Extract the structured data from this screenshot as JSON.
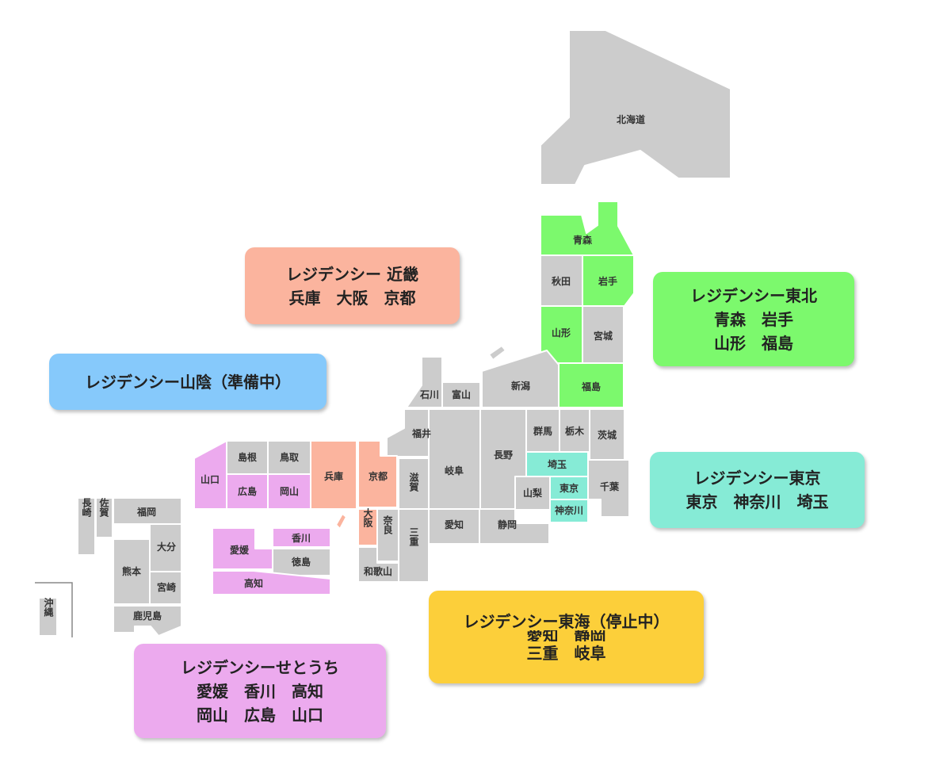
{
  "colors": {
    "base": "#cccccc",
    "tohoku": "#7cf96d",
    "tokyo": "#86ebd6",
    "kinki": "#fbb49e",
    "setouchi": "#ecaaee",
    "sanin": "#86c9fb",
    "tokai": "#fccf3a"
  },
  "prefectures": {
    "hokkaido": "北海道",
    "aomori": "青森",
    "akita": "秋田",
    "iwate": "岩手",
    "yamagata": "山形",
    "miyagi": "宮城",
    "fukushima": "福島",
    "niigata": "新潟",
    "ishikawa": "石川",
    "toyama": "富山",
    "fukui": "福井",
    "gunma": "群馬",
    "tochigi": "栃木",
    "ibaraki": "茨城",
    "nagano": "長野",
    "gifu": "岐阜",
    "saitama": "埼玉",
    "tokyo": "東京",
    "chiba": "千葉",
    "yamanashi": "山梨",
    "kanagawa": "神奈川",
    "shiga": "滋賀",
    "aichi": "愛知",
    "shizuoka": "静岡",
    "mie": "三重",
    "shimane": "島根",
    "tottori": "鳥取",
    "hyogo": "兵庫",
    "kyoto": "京都",
    "yamaguchi": "山口",
    "hiroshima": "広島",
    "okayama": "岡山",
    "osaka": "大阪",
    "nara": "奈良",
    "wakayama": "和歌山",
    "kagawa": "香川",
    "ehime": "愛媛",
    "tokushima": "徳島",
    "kochi": "高知",
    "nagasaki": "長崎",
    "saga": "佐賀",
    "fukuoka": "福岡",
    "oita": "大分",
    "kumamoto": "熊本",
    "miyazaki": "宮崎",
    "kagoshima": "鹿児島",
    "okinawa": "沖縄"
  },
  "cards": {
    "kinki": {
      "title": "レジデンシー 近畿",
      "lines": [
        "兵庫　大阪　京都"
      ]
    },
    "tohoku": {
      "title": "レジデンシー東北",
      "lines": [
        "青森　岩手",
        "山形　福島"
      ]
    },
    "sanin": {
      "title": "レジデンシー山陰（準備中）"
    },
    "tokyo": {
      "title": "レジデンシー東京",
      "lines": [
        "東京　神奈川　埼玉"
      ]
    },
    "tokai": {
      "title": "レジデンシー東海（停止中）",
      "lines": [
        "愛知　静岡",
        "三重　岐阜"
      ]
    },
    "setouchi": {
      "title": "レジデンシーせとうち",
      "lines": [
        "愛媛　香川　高知",
        "岡山　広島　山口"
      ]
    }
  }
}
